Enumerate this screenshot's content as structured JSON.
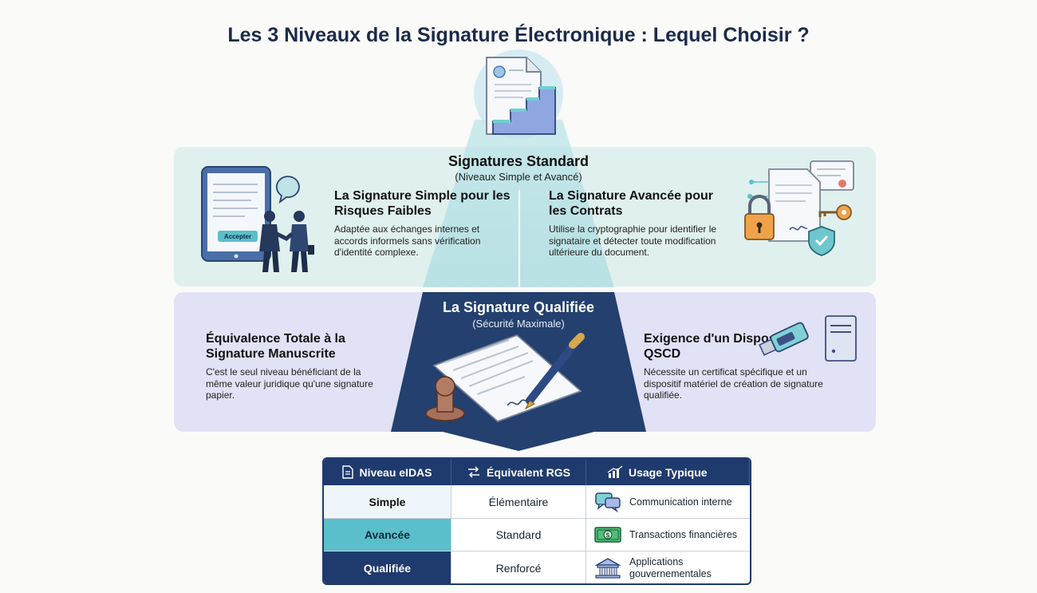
{
  "title": "Les 3 Niveaux de la Signature Électronique : Lequel Choisir ?",
  "standard": {
    "title": "Signatures Standard",
    "subtitle": "(Niveaux Simple et Avancé)",
    "simple": {
      "heading": "La Signature Simple pour les Risques Faibles",
      "text": "Adaptée aux échanges internes et accords informels sans vérification d'identité complexe.",
      "tablet_button": "Accepter"
    },
    "advanced": {
      "heading": "La Signature Avancée pour les Contrats",
      "text": "Utilise la cryptographie pour identifier le signataire et détecter toute modification ultérieure du document."
    }
  },
  "qualified": {
    "title": "La Signature Qualifiée",
    "subtitle": "(Sécurité Maximale)",
    "equivalence": {
      "heading": "Équivalence Totale à la Signature Manuscrite",
      "text": "C'est le seul niveau bénéficiant de la même valeur juridique qu'une signature papier."
    },
    "qscd": {
      "heading": "Exigence d'un Dispositif QSCD",
      "text": "Nécessite un certificat spécifique et un dispositif matériel de création de signature qualifiée."
    }
  },
  "table": {
    "headers": [
      "Niveau eIDAS",
      "Équivalent RGS",
      "Usage Typique"
    ],
    "rows": [
      {
        "level": "Simple",
        "rgs": "Élémentaire",
        "usage": "Communication interne",
        "icon": "chat-bubbles-icon"
      },
      {
        "level": "Avancée",
        "rgs": "Standard",
        "usage": "Transactions financières",
        "icon": "banknote-icon"
      },
      {
        "level": "Qualifiée",
        "rgs": "Renforcé",
        "usage": "Applications gouvernementales",
        "icon": "government-building-icon"
      }
    ]
  },
  "colors": {
    "navy": "#1f3a6d",
    "teal": "#5bbfcb",
    "standard_band": "#e0f0ee",
    "qualified_band": "#e2e2f6"
  }
}
